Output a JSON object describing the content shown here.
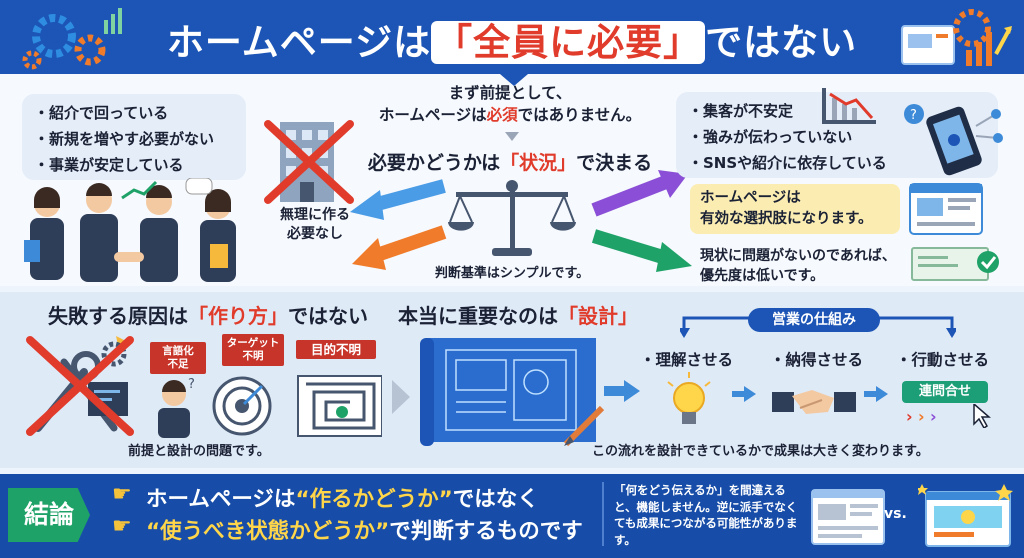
{
  "header": {
    "title_pre": "ホームページは",
    "title_hl": "「全員に必要」",
    "title_post": "ではない"
  },
  "top": {
    "left_list": [
      "・紹介で回っている",
      "・新規を増やす必要がない",
      "・事業が安定している"
    ],
    "no_need": [
      "無理に作る",
      "必要なし"
    ],
    "intro_line1": "まず前提として、",
    "intro_line2_pre": "ホームページは",
    "intro_line2_red": "必須",
    "intro_line2_post": "ではありません。",
    "decide_pre": "必要かどうかは",
    "decide_hl": "「状況」",
    "decide_post": "で決まる",
    "simple_note": "判断基準はシンプルです。",
    "right_list": [
      "・集客が不安定",
      "・強みが伝わっていない",
      "・SNSや紹介に依存している"
    ],
    "effective": [
      "ホームページは",
      "有効な選択肢になります。"
    ],
    "low_priority": [
      "現状に問題がないのであれば、",
      "優先度は低いです。"
    ]
  },
  "middle": {
    "fail_pre": "失敗する原因は",
    "fail_hl": "「作り方」",
    "fail_post": "ではない",
    "flags": [
      "言語化\n不足",
      "ターゲット\n不明",
      "目的不明"
    ],
    "fail_note": "前提と設計の問題です。",
    "design_pre": "本当に重要なのは",
    "design_hl": "「設計」",
    "sales_label": "営業の仕組み",
    "steps": [
      "・理解させる",
      "・納得させる",
      "・行動させる"
    ],
    "contact_label": "連問合せ",
    "flow_note": "この流れを設計できているかで成果は大きく変わります。"
  },
  "footer": {
    "conclusion_label": "結論",
    "line1_pre": "ホームページは",
    "line1_hl": "“作るかどうか”",
    "line1_post": "ではなく",
    "line2_hl": "“使うべき状態かどうか”",
    "line2_post": "で判断するものです",
    "note": "「何をどう伝えるか」を間違えると、機能しません。逆に派手でなくても成果につながる可能性があります。",
    "vs_label": "vs."
  },
  "colors": {
    "primary": "#1c55b6",
    "accent_red": "#e03b2b",
    "green": "#1fa268",
    "yellow": "#ffd54a"
  }
}
